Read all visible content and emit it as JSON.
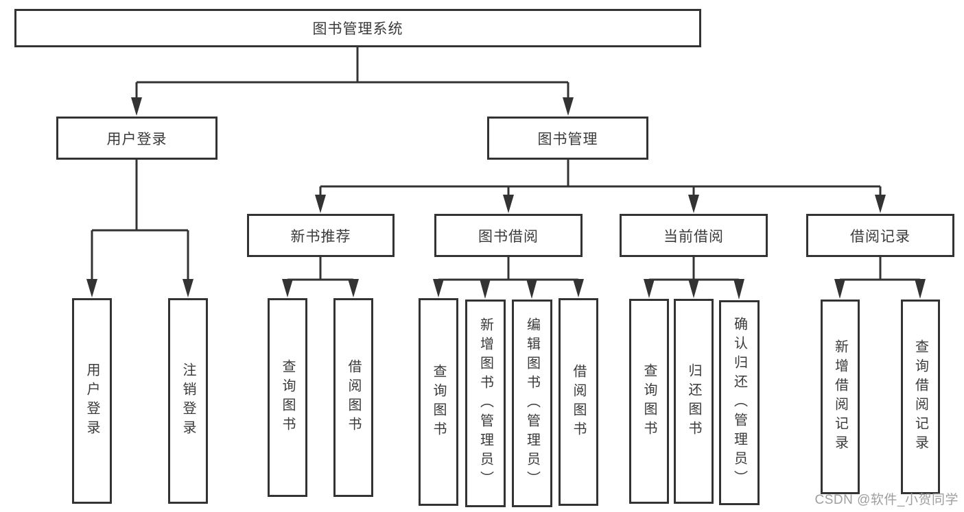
{
  "diagram": {
    "nodes": {
      "root": "图书管理系统",
      "user_login": "用户登录",
      "book_management": "图书管理",
      "new_book_recommendation": "新书推荐",
      "book_borrowing": "图书借阅",
      "current_borrowing": "当前借阅",
      "borrowing_records": "借阅记录",
      "leaf_user_login": "用户登录",
      "leaf_logout": "注销登录",
      "leaf_query_books_recommend": "查询图书",
      "leaf_borrow_books_recommend": "借阅图书",
      "leaf_query_books_borrowing": "查询图书",
      "leaf_add_book_admin": "新增图书（管理员）",
      "leaf_edit_book_admin": "编辑图书（管理员）",
      "leaf_borrow_books_borrowing": "借阅图书",
      "leaf_query_books_current": "查询图书",
      "leaf_return_books": "归还图书",
      "leaf_confirm_return_admin": "确认归还（管理员）",
      "leaf_add_borrow_record": "新增借阅记录",
      "leaf_query_borrow_record": "查询借阅记录"
    }
  },
  "watermark": {
    "text": "CSDN @软件_小贺同学"
  },
  "colors": {
    "line": "#333333",
    "node_border": "#333333",
    "node_text": "#3a3a3a",
    "background": "#ffffff",
    "watermark": "#9e9e9e"
  }
}
